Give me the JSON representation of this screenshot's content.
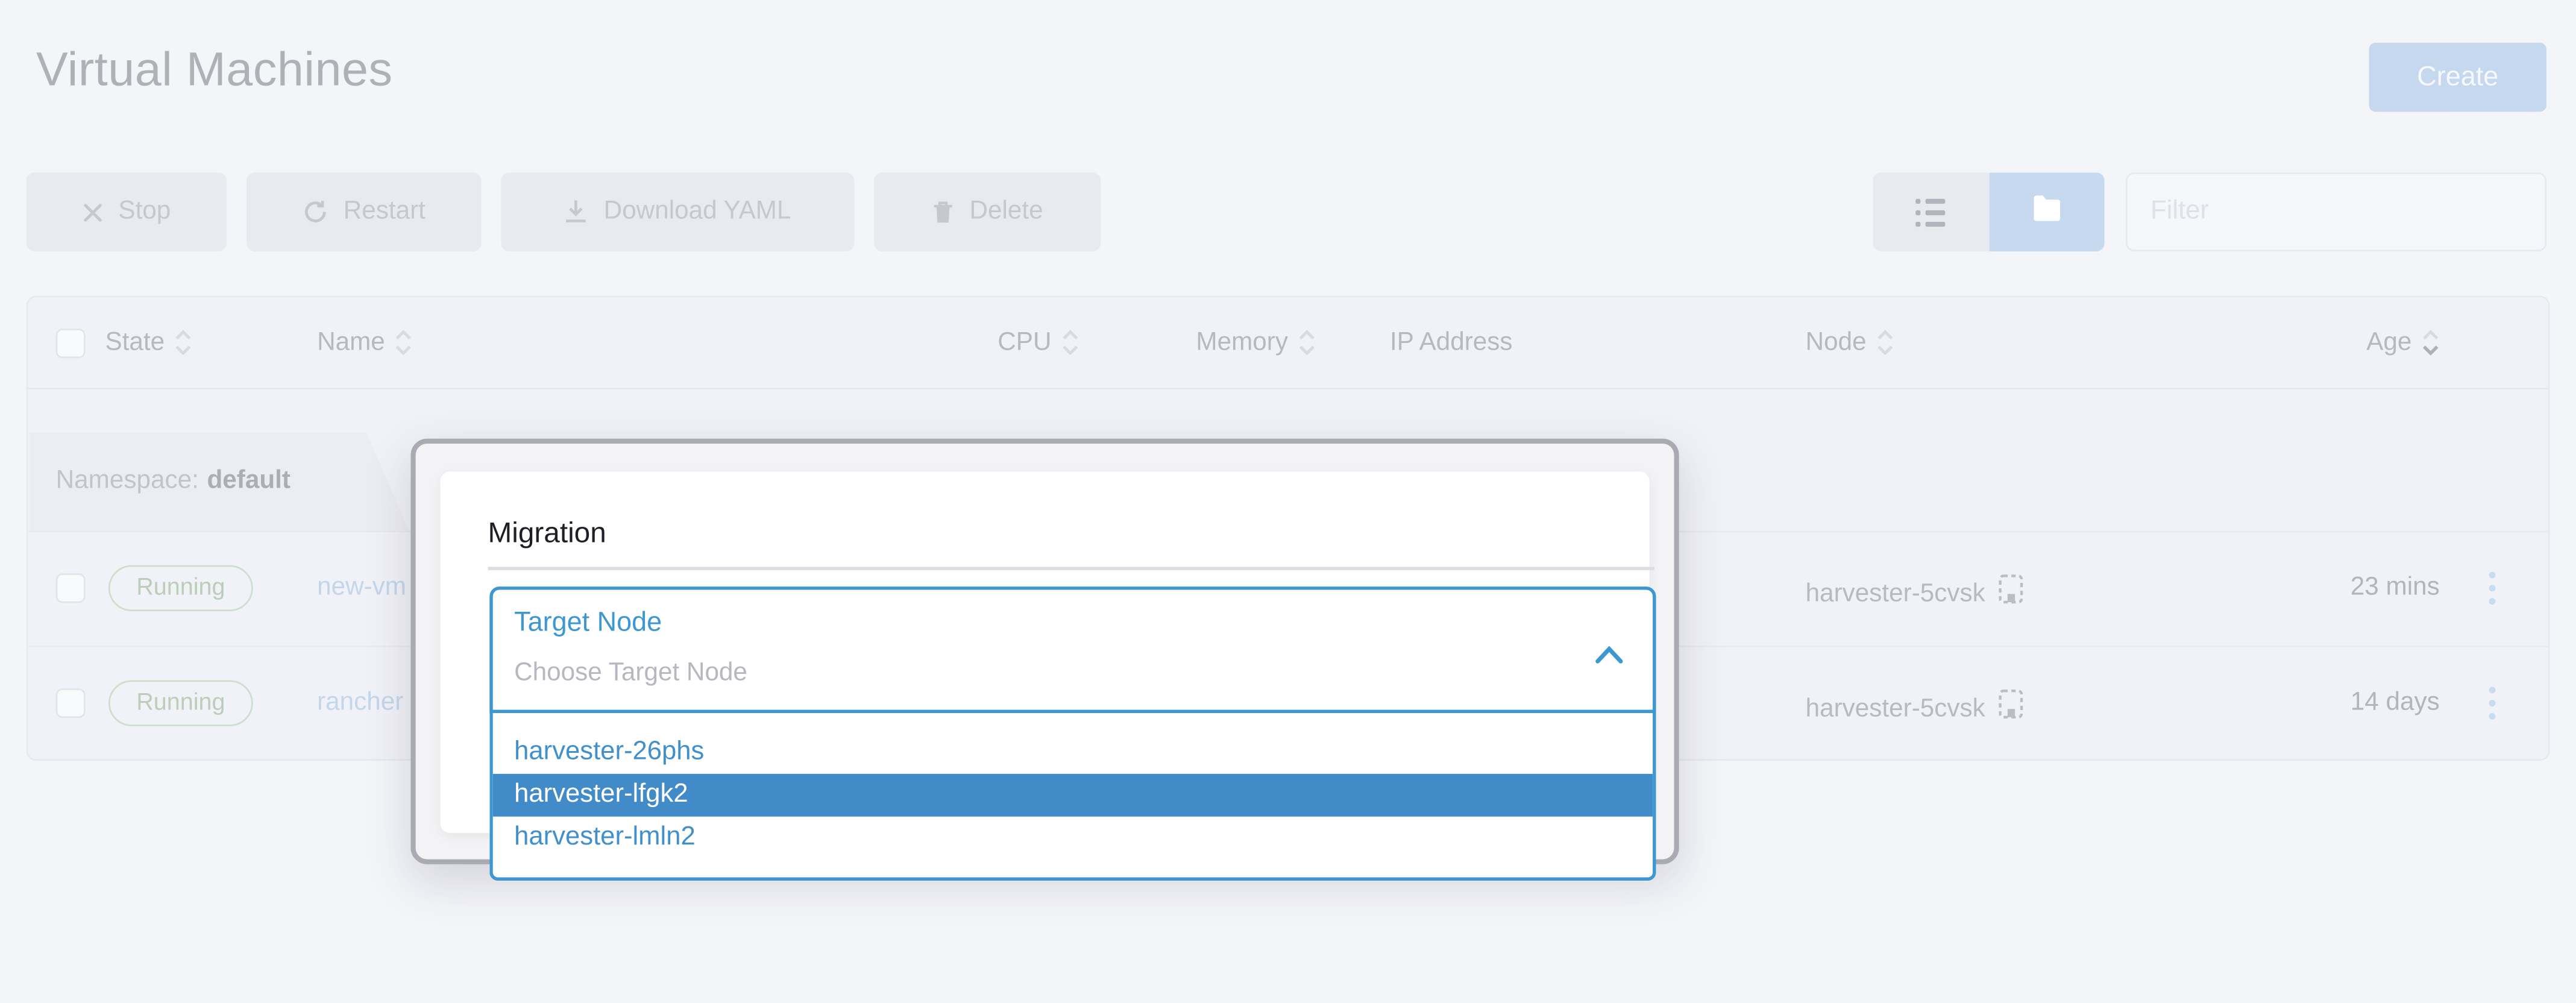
{
  "page": {
    "title": "Virtual Machines"
  },
  "actions": {
    "create": "Create"
  },
  "toolbar": {
    "stop": "Stop",
    "restart": "Restart",
    "download_yaml": "Download YAML",
    "delete": "Delete",
    "filter_placeholder": "Filter"
  },
  "view_toggle": {
    "active_view": "grouped-by-namespace"
  },
  "table": {
    "columns": {
      "state": "State",
      "name": "Name",
      "cpu": "CPU",
      "memory": "Memory",
      "ip": "IP Address",
      "node": "Node",
      "age": "Age"
    },
    "sorted_by": "Age",
    "group_label": "Namespace:",
    "group_value": "default",
    "rows": [
      {
        "state": "Running",
        "name": "new-vm",
        "node": "harvester-5cvsk",
        "age": "23 mins"
      },
      {
        "state": "Running",
        "name": "rancher",
        "node": "harvester-5cvsk",
        "age": "14 days"
      }
    ]
  },
  "modal": {
    "title": "Migration",
    "target_node_label": "Target Node",
    "target_node_placeholder": "Choose Target Node",
    "options": [
      "harvester-26phs",
      "harvester-lfgk2",
      "harvester-lmln2"
    ],
    "selected_option": "harvester-lfgk2"
  },
  "colors": {
    "accent": "#3d97d2",
    "highlight": "#418bc8",
    "create-bg": "#c6d8ed",
    "running-border": "#cfdecc",
    "running-text": "#bccdb9",
    "link": "#c3d6eb"
  }
}
